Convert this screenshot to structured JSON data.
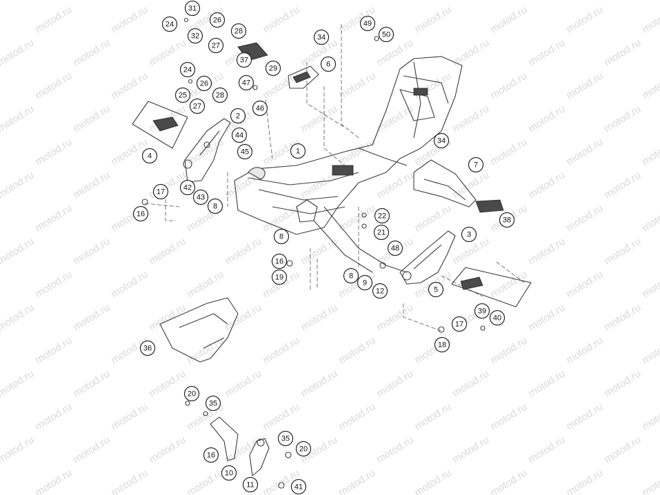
{
  "watermark": {
    "text": "motod.ru"
  },
  "callouts": [
    {
      "label": "31"
    },
    {
      "label": "24"
    },
    {
      "label": "26"
    },
    {
      "label": "32"
    },
    {
      "label": "27"
    },
    {
      "label": "28"
    },
    {
      "label": "37"
    },
    {
      "label": "49"
    },
    {
      "label": "50"
    },
    {
      "label": "34"
    },
    {
      "label": "29"
    },
    {
      "label": "6"
    },
    {
      "label": "24"
    },
    {
      "label": "26"
    },
    {
      "label": "25"
    },
    {
      "label": "28"
    },
    {
      "label": "27"
    },
    {
      "label": "47"
    },
    {
      "label": "46"
    },
    {
      "label": "2"
    },
    {
      "label": "44"
    },
    {
      "label": "45"
    },
    {
      "label": "4"
    },
    {
      "label": "1"
    },
    {
      "label": "34"
    },
    {
      "label": "7"
    },
    {
      "label": "17"
    },
    {
      "label": "42"
    },
    {
      "label": "43"
    },
    {
      "label": "8"
    },
    {
      "label": "16"
    },
    {
      "label": "22"
    },
    {
      "label": "21"
    },
    {
      "label": "38"
    },
    {
      "label": "3"
    },
    {
      "label": "8"
    },
    {
      "label": "48"
    },
    {
      "label": "16"
    },
    {
      "label": "19"
    },
    {
      "label": "8"
    },
    {
      "label": "9"
    },
    {
      "label": "12"
    },
    {
      "label": "5"
    },
    {
      "label": "39"
    },
    {
      "label": "40"
    },
    {
      "label": "17"
    },
    {
      "label": "18"
    },
    {
      "label": "36"
    },
    {
      "label": "20"
    },
    {
      "label": "35"
    },
    {
      "label": "35"
    },
    {
      "label": "20"
    },
    {
      "label": "16"
    },
    {
      "label": "10"
    },
    {
      "label": "11"
    },
    {
      "label": "41"
    }
  ]
}
